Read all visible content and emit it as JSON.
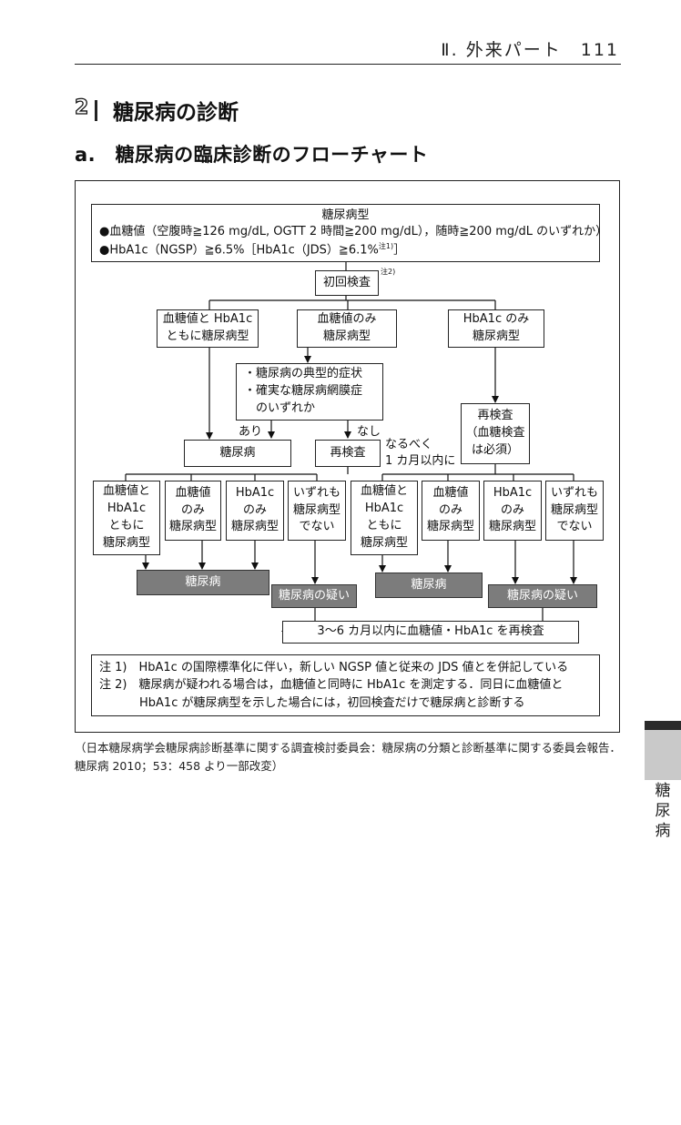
{
  "header": {
    "text": "Ⅱ. 外来パート　111"
  },
  "section": {
    "number": "2",
    "title": "糖尿病の診断"
  },
  "subsection": {
    "title": "a.　糖尿病の臨床診断のフローチャート"
  },
  "criteria": {
    "title": "糖尿病型",
    "line1": "●血糖値（空腹時≧126 mg/dL, OGTT 2 時間≧200 mg/dL），随時≧200 mg/dL のいずれか）",
    "line2": "●HbA1c（NGSP）≧6.5%［HbA1c（JDS）≧6.1%",
    "line2_note": "注1)",
    "line2_end": "］"
  },
  "initial": {
    "label": "初回検査",
    "note": "注2)"
  },
  "branches": {
    "both": [
      "血糖値と HbA1c",
      "ともに糖尿病型"
    ],
    "glucose_only": [
      "血糖値のみ",
      "糖尿病型"
    ],
    "hba1c_only": [
      "HbA1c のみ",
      "糖尿病型"
    ]
  },
  "symptoms": [
    "・糖尿病の典型的症状",
    "・確実な糖尿病網膜症",
    "　のいずれか"
  ],
  "yes_label": "あり",
  "no_label": "なし",
  "diabetes_mid": "糖尿病",
  "retest_left": "再検査",
  "retest_right": [
    "再検査",
    "（血糖検査",
    "は必須）"
  ],
  "within_month": [
    "なるべく",
    "1 カ月以内に"
  ],
  "results_left": [
    [
      "血糖値と",
      "HbA1c",
      "ともに",
      "糖尿病型"
    ],
    [
      "血糖値",
      "のみ",
      "糖尿病型"
    ],
    [
      "HbA1c",
      "のみ",
      "糖尿病型"
    ],
    [
      "いずれも",
      "糖尿病型",
      "でない"
    ]
  ],
  "results_right": [
    [
      "血糖値と",
      "HbA1c",
      "ともに",
      "糖尿病型"
    ],
    [
      "血糖値",
      "のみ",
      "糖尿病型"
    ],
    [
      "HbA1c",
      "のみ",
      "糖尿病型"
    ],
    [
      "いずれも",
      "糖尿病型",
      "でない"
    ]
  ],
  "outcome_diabetes": "糖尿病",
  "outcome_suspect": "糖尿病の疑い",
  "recheck": "3～6 カ月以内に血糖値・HbA1c を再検査",
  "notes": {
    "n1": "注 1)　HbA1c の国際標準化に伴い，新しい NGSP 値と従来の JDS 値とを併記している",
    "n2": "注 2)　糖尿病が疑われる場合は，血糖値と同時に HbA1c を測定する．同日に血糖値と",
    "n2b": "HbA1c が糖尿病型を示した場合には，初回検査だけで糖尿病と診断する"
  },
  "caption": "（日本糖尿病学会糖尿病診断基準に関する調査検討委員会：糖尿病の分類と診断基準に関する委員会報告．糖尿病 2010；53：458 より一部改変）",
  "side_tab": [
    "糖",
    "尿",
    "病"
  ]
}
